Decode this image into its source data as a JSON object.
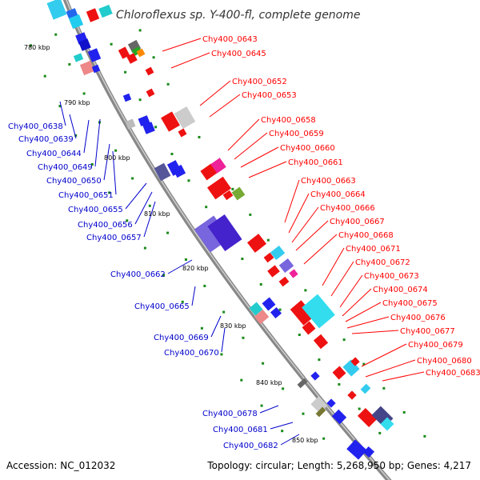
{
  "title": "Chloroflexus sp. Y-400-fl, complete genome",
  "accession": "Accession: NC_012032",
  "summary": "Topology: circular; Length: 5,268,950 bp; Genes: 4,217",
  "colors": {
    "backbone": "#888888",
    "forward_label": "#ff0000",
    "reverse_label": "#0000cc",
    "tick_dot": "#1a8a1a"
  },
  "ticks": [
    "780 kbp",
    "790 kbp",
    "800 kbp",
    "810 kbp",
    "820 kbp",
    "830 kbp",
    "840 kbp",
    "850 kbp"
  ],
  "forward_genes": [
    "Chy400_0643",
    "Chy400_0645",
    "Chy400_0652",
    "Chy400_0653",
    "Chy400_0658",
    "Chy400_0659",
    "Chy400_0660",
    "Chy400_0661",
    "Chy400_0663",
    "Chy400_0664",
    "Chy400_0666",
    "Chy400_0667",
    "Chy400_0668",
    "Chy400_0671",
    "Chy400_0672",
    "Chy400_0673",
    "Chy400_0674",
    "Chy400_0675",
    "Chy400_0676",
    "Chy400_0677",
    "Chy400_0679",
    "Chy400_0680",
    "Chy400_0683"
  ],
  "reverse_genes": [
    "Chy400_0638",
    "Chy400_0639",
    "Chy400_0644",
    "Chy400_0649",
    "Chy400_0650",
    "Chy400_0651",
    "Chy400_0655",
    "Chy400_0656",
    "Chy400_0657",
    "Chy400_0662",
    "Chy400_0665",
    "Chy400_0669",
    "Chy400_0670",
    "Chy400_0678",
    "Chy400_0681",
    "Chy400_0682"
  ]
}
